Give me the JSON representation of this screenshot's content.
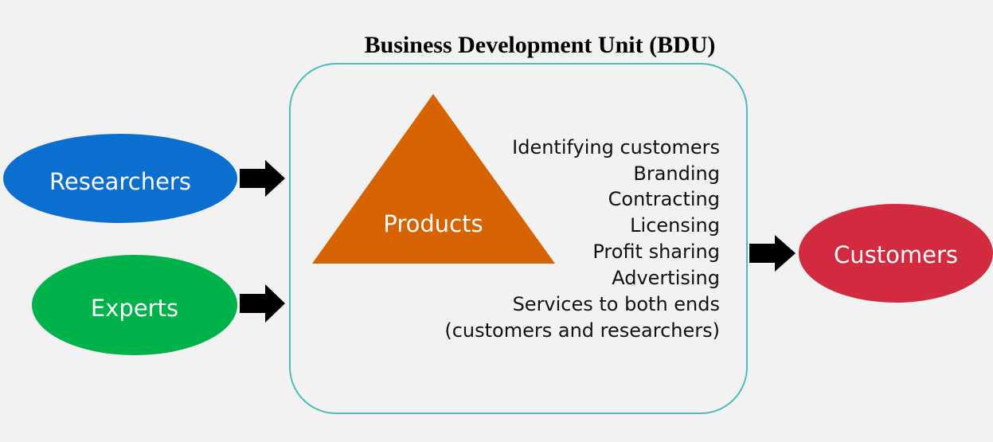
{
  "title": "Business Development Unit (BDU)",
  "inputs": [
    {
      "label": "Researchers",
      "color": "#0b6fcf"
    },
    {
      "label": "Experts",
      "color": "#00b24a"
    }
  ],
  "center": {
    "box_border_color": "#4fbdb5",
    "product": {
      "label": "Products",
      "color": "#d66200"
    },
    "activities": [
      "Identifying customers",
      "Branding",
      "Contracting",
      "Licensing",
      "Profit sharing",
      "Advertising",
      "Services to both ends",
      "(customers and researchers)"
    ]
  },
  "output": {
    "label": "Customers",
    "color": "#d22a3f"
  },
  "arrow_color": "#000000"
}
